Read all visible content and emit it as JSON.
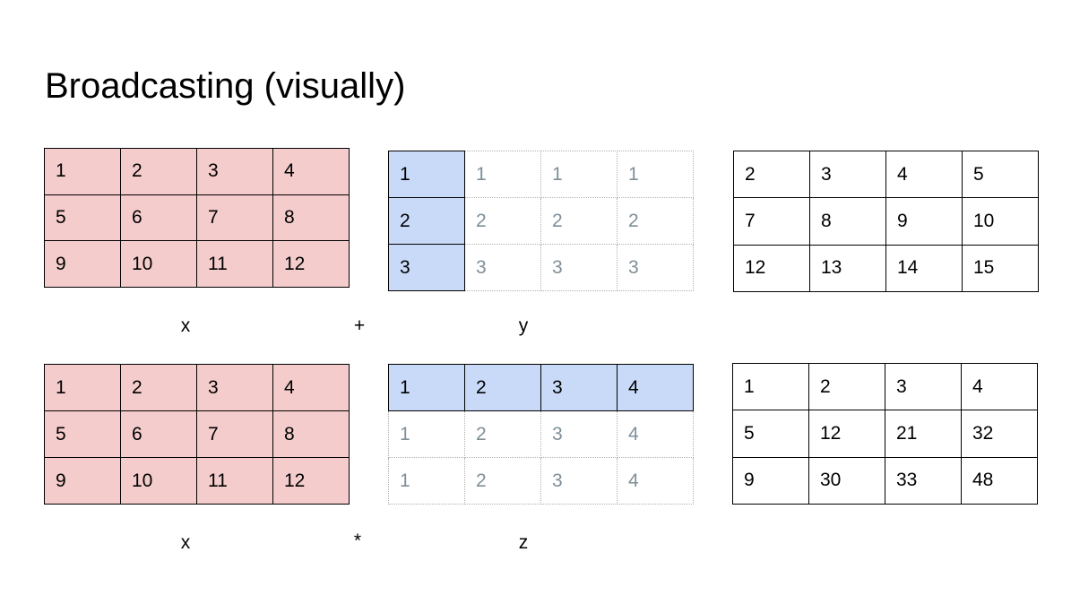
{
  "title": "Broadcasting (visually)",
  "colors": {
    "x_fill": "#f4cccc",
    "broadcast_source_fill": "#c9daf8",
    "broadcast_copy_text": "#7f8f98",
    "border": "#000000",
    "dotted_border": "#b0b0b0"
  },
  "row1": {
    "x": [
      [
        "1",
        "2",
        "3",
        "4"
      ],
      [
        "5",
        "6",
        "7",
        "8"
      ],
      [
        "9",
        "10",
        "11",
        "12"
      ]
    ],
    "y": [
      [
        "1",
        "1",
        "1",
        "1"
      ],
      [
        "2",
        "2",
        "2",
        "2"
      ],
      [
        "3",
        "3",
        "3",
        "3"
      ]
    ],
    "result": [
      [
        "2",
        "3",
        "4",
        "5"
      ],
      [
        "7",
        "8",
        "9",
        "10"
      ],
      [
        "12",
        "13",
        "14",
        "15"
      ]
    ],
    "label_x": "x",
    "operator": "+",
    "label_y": "y"
  },
  "row2": {
    "x": [
      [
        "1",
        "2",
        "3",
        "4"
      ],
      [
        "5",
        "6",
        "7",
        "8"
      ],
      [
        "9",
        "10",
        "11",
        "12"
      ]
    ],
    "z": [
      [
        "1",
        "2",
        "3",
        "4"
      ],
      [
        "1",
        "2",
        "3",
        "4"
      ],
      [
        "1",
        "2",
        "3",
        "4"
      ]
    ],
    "result": [
      [
        "1",
        "2",
        "3",
        "4"
      ],
      [
        "5",
        "12",
        "21",
        "32"
      ],
      [
        "9",
        "30",
        "33",
        "48"
      ]
    ],
    "label_x": "x",
    "operator": "*",
    "label_z": "z"
  }
}
